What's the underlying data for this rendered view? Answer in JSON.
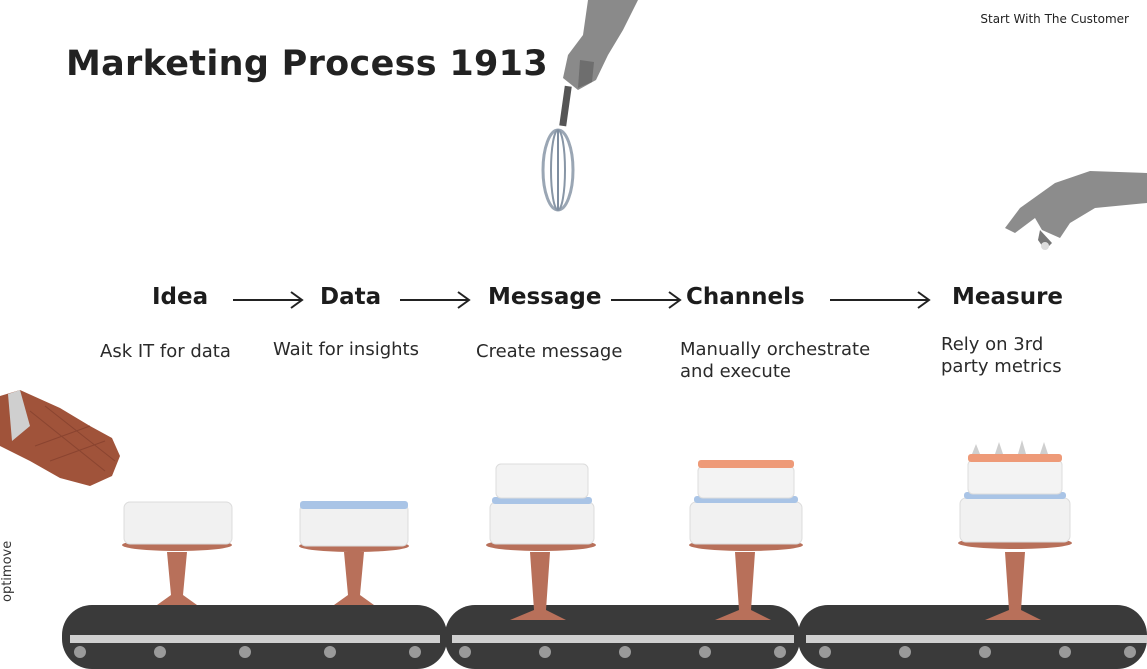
{
  "slide": {
    "title": "Marketing Process 1913",
    "corner_label": "Start With The Customer",
    "brand": "optimove"
  },
  "stages": [
    {
      "name": "Idea",
      "description": "Ask IT for data"
    },
    {
      "name": "Data",
      "description": "Wait for insights"
    },
    {
      "name": "Message",
      "description": "Create message"
    },
    {
      "name": "Channels",
      "description": "Manually orchestrate\nand execute"
    },
    {
      "name": "Measure",
      "description": "Rely on 3rd\nparty metrics"
    }
  ],
  "colors": {
    "text": "#1e1e1e",
    "cake_stand": "#b8705a",
    "frosting_blue": "#a9c4e6",
    "frosting_orange": "#ee9a78",
    "conveyor": "#3a3a3a",
    "oven_mitt": "#a0533a"
  },
  "illustrations": [
    "whisk-in-hand",
    "hand-sprinkling",
    "oven-mitt",
    "cake-on-stand",
    "conveyor-belt"
  ]
}
